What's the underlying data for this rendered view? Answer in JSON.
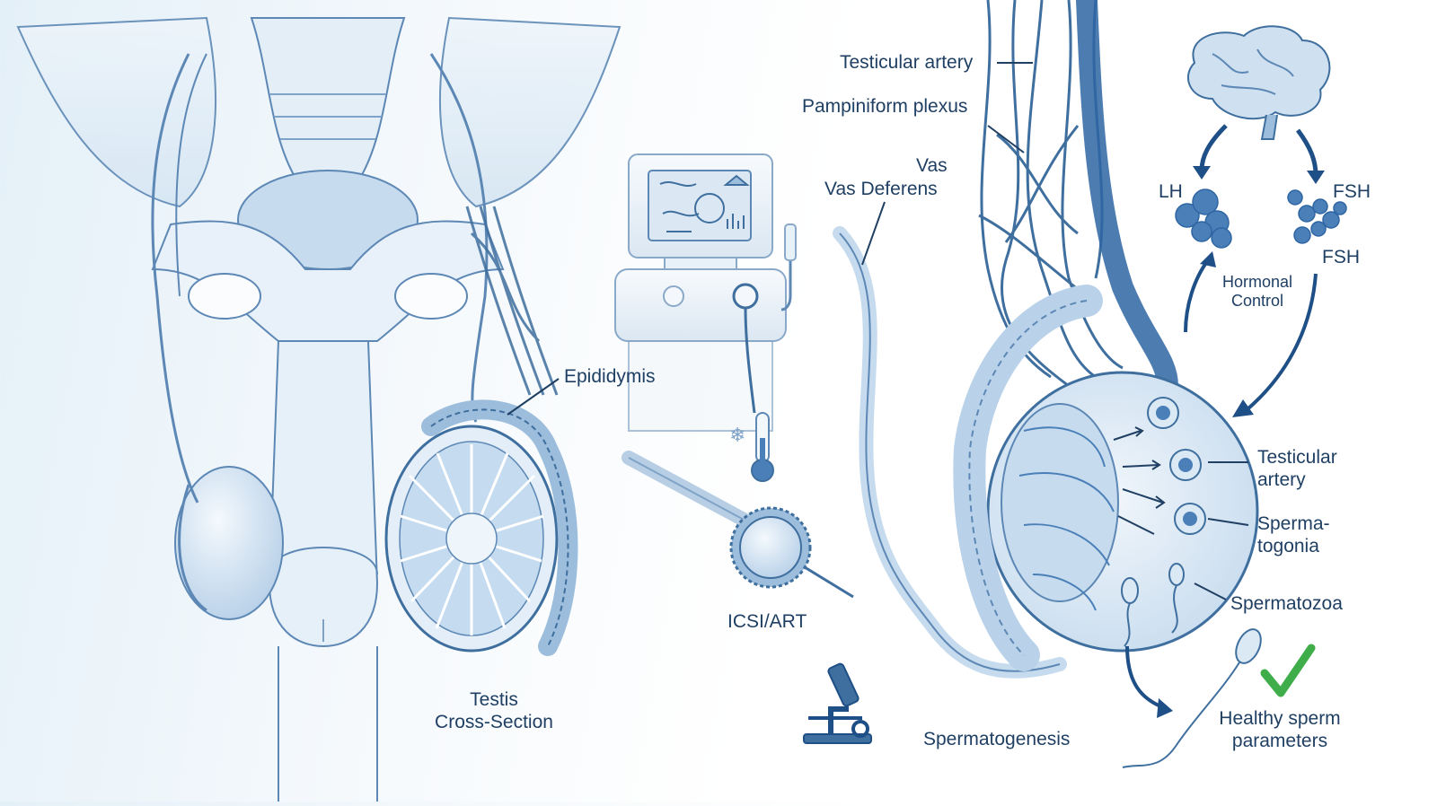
{
  "labels": {
    "testicular_artery_top": "Testicular artery",
    "pampiniform_plexus": "Pampiniform plexus",
    "vas": "Vas",
    "vas_deferens": "Vas Deferens",
    "epididymis": "Epididymis",
    "testis_cross_section_line1": "Testis",
    "testis_cross_section_line2": "Cross-Section",
    "icsi_art": "ICSI/ART",
    "lh": "LH",
    "fsh_top": "FSH",
    "fsh_bottom": "FSH",
    "hormonal_control_line1": "Hormonal",
    "hormonal_control_line2": "Control",
    "testicular_artery_right_line1": "Testicular",
    "testicular_artery_right_line2": "artery",
    "spermatogonia_line1": "Sperma-",
    "spermatogonia_line2": "togonia",
    "spermatozoa": "Spermatozoa",
    "spermatogenesis": "Spermatogenesis",
    "healthy_sperm_line1": "Healthy sperm",
    "healthy_sperm_line2": "parameters"
  },
  "icons": [
    "brain-icon",
    "lh-molecule-icon",
    "fsh-molecule-icon",
    "microscope-icon",
    "checkmark-icon",
    "snowflake-icon",
    "thermometer-icon"
  ],
  "colors": {
    "ink": "#1f3f63",
    "line": "#3f6f9e",
    "vessel": "#4a7fb8",
    "tissue_light": "#dbe9f5",
    "tissue_mid": "#b9d2ea",
    "accent_dark": "#1e4f86",
    "check_green": "#3fae4a"
  }
}
